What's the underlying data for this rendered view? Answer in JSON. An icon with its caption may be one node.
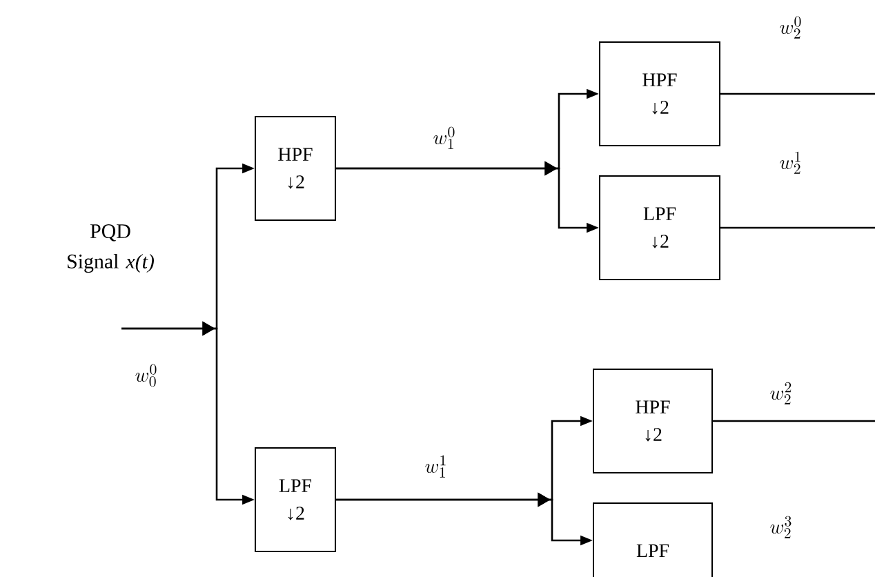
{
  "diagram": {
    "nodes": [
      {
        "text": [
          "HPF",
          "↓2"
        ]
      },
      {
        "text": [
          "LPF",
          "↓2"
        ]
      },
      {
        "text": [
          "HPF",
          "↓2"
        ]
      },
      {
        "text": [
          "LPF",
          "↓2"
        ]
      },
      {
        "text": [
          "HPF",
          "↓2"
        ]
      },
      {
        "text": [
          "LPF"
        ]
      }
    ],
    "edges": [
      {
        "from": null,
        "to": 0,
        "arrow": "to",
        "label": "w_0^0"
      },
      {
        "from": null,
        "to": 1,
        "arrow": "to"
      },
      {
        "from": 0,
        "to": 2,
        "arrow": "to",
        "label": "w_1^0"
      },
      {
        "from": 0,
        "to": 3,
        "arrow": "to"
      },
      {
        "from": 1,
        "to": 4,
        "arrow": "to",
        "label": "w_1^1"
      },
      {
        "from": 1,
        "to": 5,
        "arrow": "to"
      },
      {
        "from": 2,
        "to": null,
        "arrow": "none",
        "label": "w_2^0"
      },
      {
        "from": 3,
        "to": null,
        "arrow": "none",
        "label": "w_2^1"
      },
      {
        "from": 4,
        "to": null,
        "arrow": "none",
        "label": "w_2^2"
      }
    ],
    "labels": [
      "PQD Signal *x(t)*",
      "w_2^3"
    ]
  }
}
